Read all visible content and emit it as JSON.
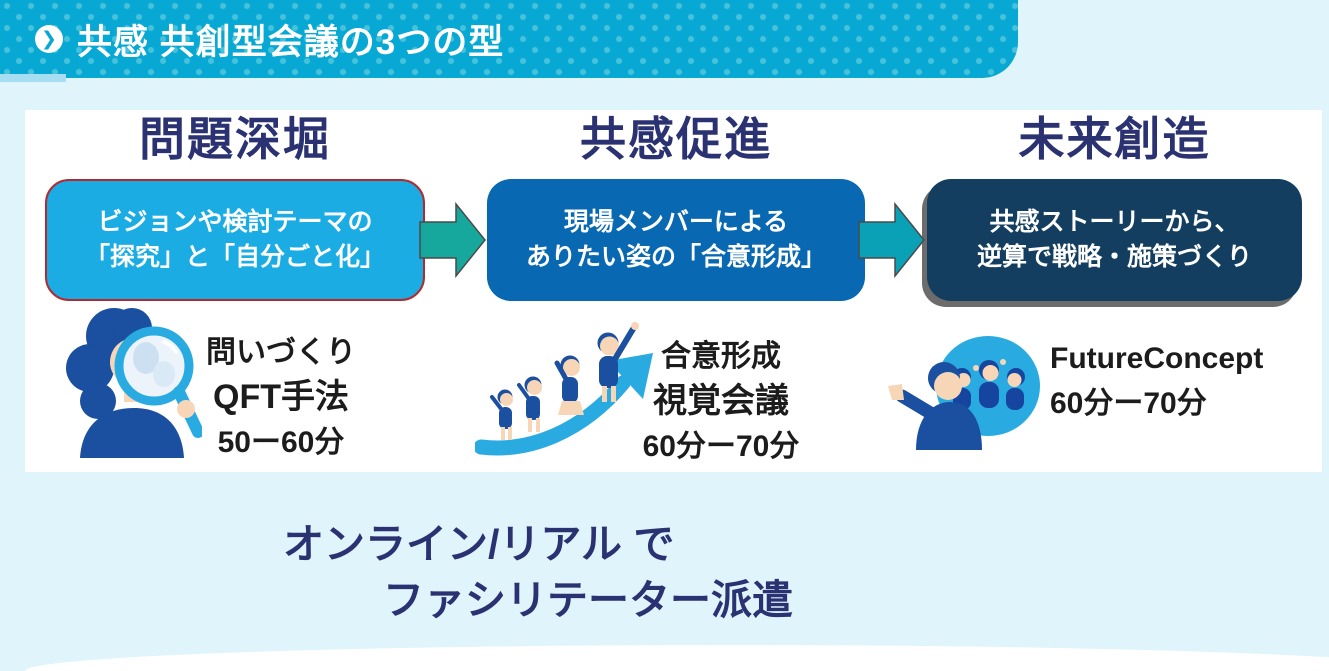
{
  "header": {
    "title": "共感 共創型会議の3つの型",
    "icon": "chevron-right-circle",
    "icon_glyph": "❯"
  },
  "columns": [
    {
      "title": "問題深堀",
      "box_lines": [
        "ビジョンや検討テーマの",
        "「探究」と「自分ごと化」"
      ],
      "illustration": "person-with-magnifier",
      "captions": [
        "問いづくり",
        "QFT手法",
        "50ー60分"
      ]
    },
    {
      "title": "共感促進",
      "box_lines": [
        "現場メンバーによる",
        "ありたい姿の「合意形成」"
      ],
      "illustration": "team-climbing-rising-arrow",
      "captions": [
        "合意形成",
        "視覚会議",
        "60分ー70分"
      ]
    },
    {
      "title": "未来創造",
      "box_lines": [
        "共感ストーリーから、",
        "逆算で戦略・施策づくり"
      ],
      "illustration": "presenter-with-audience-circle",
      "captions": [
        "FutureConcept",
        "60分ー70分"
      ]
    }
  ],
  "arrows": {
    "icon": "block-arrow-right",
    "count": 2
  },
  "tagline": {
    "line1": "オンライン/リアル で",
    "line2": "ファシリテーター派遣"
  },
  "colors": {
    "header_bg": "#07A8D3",
    "header_dot": "#96E2E4",
    "page_bg": "#E0F4FC",
    "panel_bg": "#FFFFFF",
    "title_navy": "#2B3272",
    "box1_bg": "#1BACE4",
    "box1_border": "#B22A2E",
    "box2_bg": "#0968B2",
    "box3_bg": "#143E5F",
    "arrow1": "#17A89D",
    "arrow2": "#0AA1B7",
    "illustration_blue": "#1B4FA0",
    "illustration_cyan": "#29ABE2",
    "skin_tone": "#F7D6B8",
    "caption_text": "#1C1C1C"
  }
}
